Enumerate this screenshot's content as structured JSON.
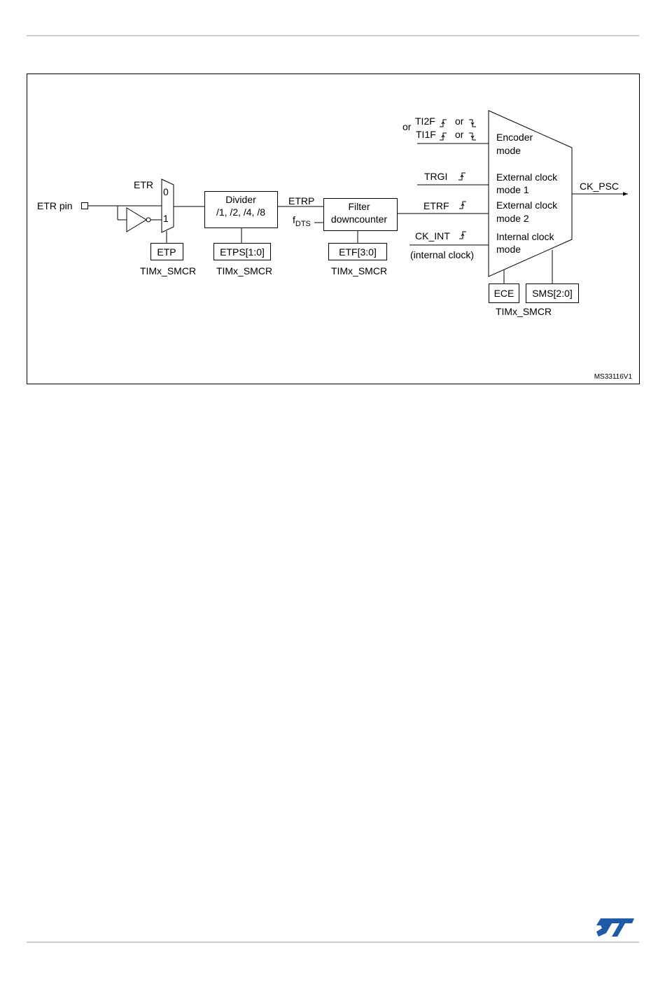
{
  "figure_id": "MS33116V1",
  "inputs": {
    "etr_pin": "ETR pin",
    "etr": "ETR",
    "mux_0": "0",
    "mux_1": "1",
    "etrp": "ETRP",
    "f_main": "f",
    "f_sub": "DTS",
    "or_prefix": "or",
    "ti2f": "TI2F",
    "ti1f": "TI1F",
    "or_ti2f": "or",
    "or_ti1f": "or",
    "trgi": "TRGI",
    "etrf": "ETRF",
    "ck_int": "CK_INT",
    "internal_clock": "(internal clock)"
  },
  "blocks": {
    "divider_line1": "Divider",
    "divider_line2": "/1, /2, /4, /8",
    "filter_line1": "Filter",
    "filter_line2": "downcounter"
  },
  "registers": {
    "etp": "ETP",
    "etps": "ETPS[1:0]",
    "etf": "ETF[3:0]",
    "ece": "ECE",
    "sms": "SMS[2:0]",
    "timx_smcr": "TIMx_SMCR"
  },
  "modes": {
    "encoder_1": "Encoder",
    "encoder_2": "mode",
    "ext1_1": "External clock",
    "ext1_2": "mode 1",
    "ext2_1": "External clock",
    "ext2_2": "mode 2",
    "int_1": "Internal clock",
    "int_2": "mode"
  },
  "output": "CK_PSC",
  "colors": {
    "logo": "#1e5aa8",
    "line": "#000000"
  },
  "logo": "ST"
}
